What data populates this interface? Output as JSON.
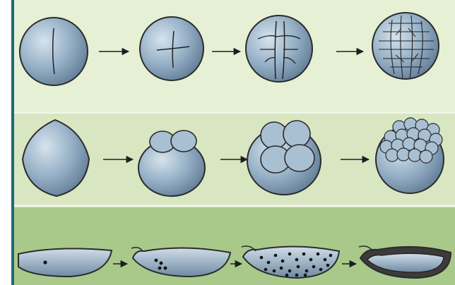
{
  "figure": {
    "colors": {
      "panel_light": "#e2eecd",
      "panel_mid": "#d3e4bb",
      "panel_green": "#a9c98a",
      "cell_fill": "#7f9ab2",
      "cell_light": "#bfd2e0",
      "outline": "#2b2b2b",
      "border": "#1e6a73"
    },
    "rows": [
      {
        "label": "",
        "stages": [
          "single-cleavage",
          "two-cleavages",
          "multiple-cleavages",
          "many-blastomeres"
        ]
      },
      {
        "label": "",
        "stages": [
          "uncleaved-egg",
          "two-cell",
          "four-cell",
          "many-cell-cap"
        ]
      },
      {
        "label": "",
        "stages": [
          "single-nucleus",
          "few-nuclei",
          "many-nuclei",
          "blastoderm"
        ]
      }
    ]
  }
}
